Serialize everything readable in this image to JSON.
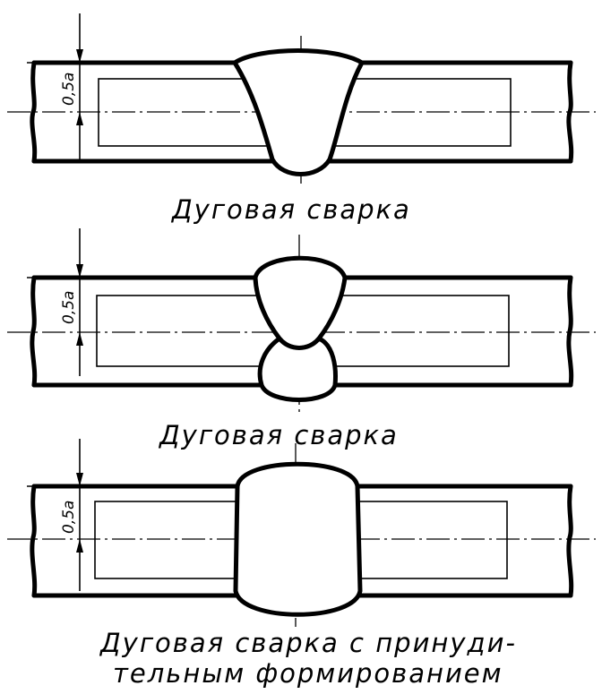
{
  "panels": [
    {
      "joint": "single-v",
      "dimension_label": "0,5a",
      "caption_lines": [
        "Дуговая сварка"
      ]
    },
    {
      "joint": "double-v",
      "dimension_label": "0,5a",
      "caption_lines": [
        "Дуговая сварка"
      ]
    },
    {
      "joint": "forced-formation",
      "dimension_label": "0,5a",
      "caption_lines": [
        "Дуговая сварка с принуди-",
        "тельным формированием"
      ]
    }
  ]
}
